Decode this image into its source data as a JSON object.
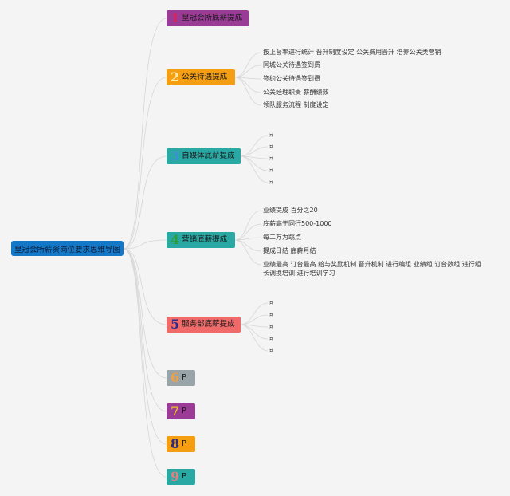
{
  "root": {
    "label": "皇冠会所薪资岗位要求思维导图"
  },
  "branches": [
    {
      "num": "1",
      "label": "皇冠会所底薪提成",
      "bg": "#9a3c96",
      "numColor": "#e0205a",
      "leaves": []
    },
    {
      "num": "2",
      "label": "公关待遇提成",
      "bg": "#f59e12",
      "numColor": "#ffe9a8",
      "leaves": [
        "按上台率进行统计 晋升制度设定 公关费用晋升 培养公关类营销",
        "同城公关待遇签到费",
        "签约公关待遇签到费",
        "公关经理职责 薪酬绩效",
        "领队服务流程 制度设定"
      ]
    },
    {
      "num": "3",
      "label": "自媒体底薪提成",
      "bg": "#2aa8a4",
      "numColor": "#3a8fd6",
      "marks": [
        "¤",
        "¤",
        "¤",
        "¤",
        "¤"
      ]
    },
    {
      "num": "4",
      "label": "营销底薪提成",
      "bg": "#2aa8a4",
      "numColor": "#2e9e3c",
      "leaves": [
        "业绩提成 百分之20",
        "底薪高于同行500-1000",
        "每二万为跳点",
        "提成日结 底薪月结",
        "业绩最高 订台最高 给与奖励机制 晋升机制 进行编组 业绩组 订台数组 进行组长调换培训 进行培训学习"
      ]
    },
    {
      "num": "5",
      "label": "服务部底薪提成",
      "bg": "#f06a6a",
      "numColor": "#2a2c8a",
      "marks": [
        "¤",
        "¤",
        "¤",
        "¤",
        "¤"
      ]
    },
    {
      "num": "6",
      "label": "P",
      "bg": "#98a4a8",
      "numColor": "#f0a040",
      "leaves": []
    },
    {
      "num": "7",
      "label": "P",
      "bg": "#9a3c96",
      "numColor": "#f0c020",
      "leaves": []
    },
    {
      "num": "8",
      "label": "P",
      "bg": "#f59e12",
      "numColor": "#2a2c8a",
      "leaves": []
    },
    {
      "num": "9",
      "label": "P",
      "bg": "#2aa8a4",
      "numColor": "#e08080",
      "leaves": []
    }
  ]
}
